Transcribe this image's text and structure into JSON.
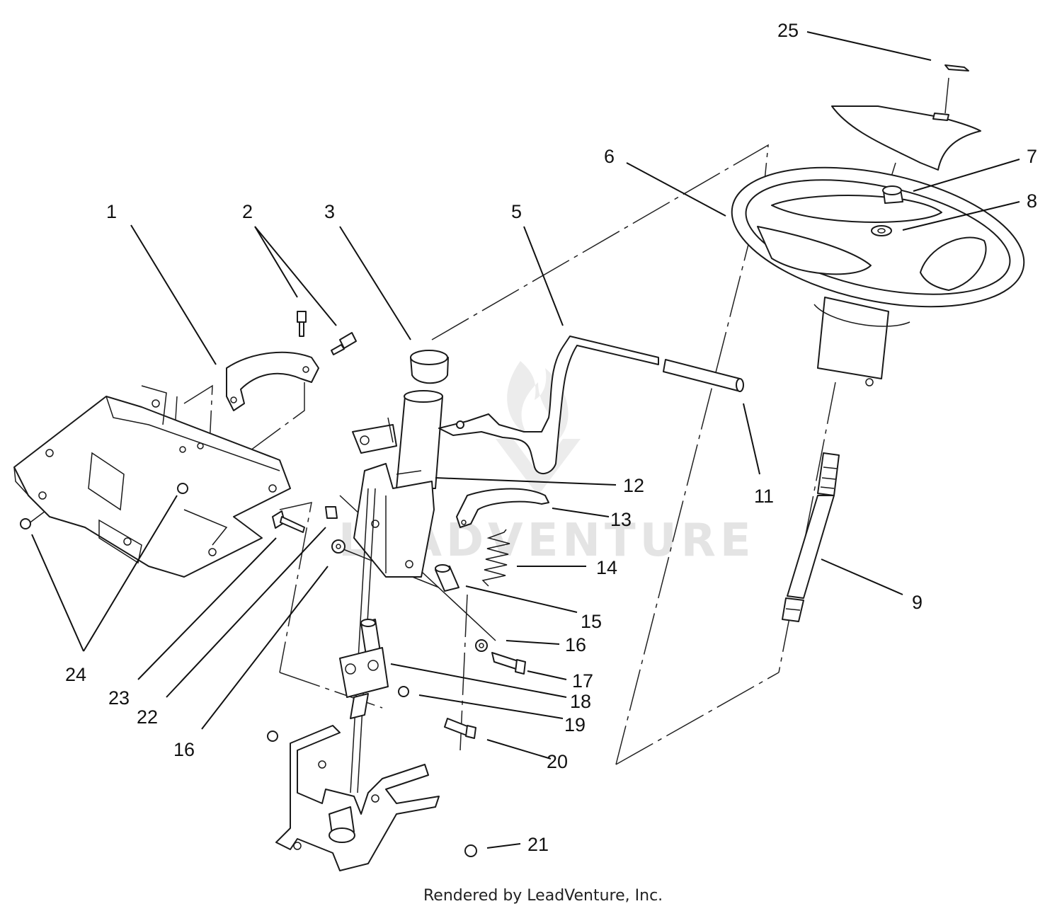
{
  "watermark": "LEADVENTURE",
  "footer": "Rendered by LeadVenture, Inc.",
  "callouts": {
    "c1": "1",
    "c2": "2",
    "c3": "3",
    "c5": "5",
    "c6": "6",
    "c7": "7",
    "c8": "8",
    "c9": "9",
    "c11": "11",
    "c12": "12",
    "c13": "13",
    "c14": "14",
    "c15": "15",
    "c16a": "16",
    "c16b": "16",
    "c17": "17",
    "c18": "18",
    "c19": "19",
    "c20": "20",
    "c21": "21",
    "c22": "22",
    "c23": "23",
    "c24": "24",
    "c25": "25"
  }
}
